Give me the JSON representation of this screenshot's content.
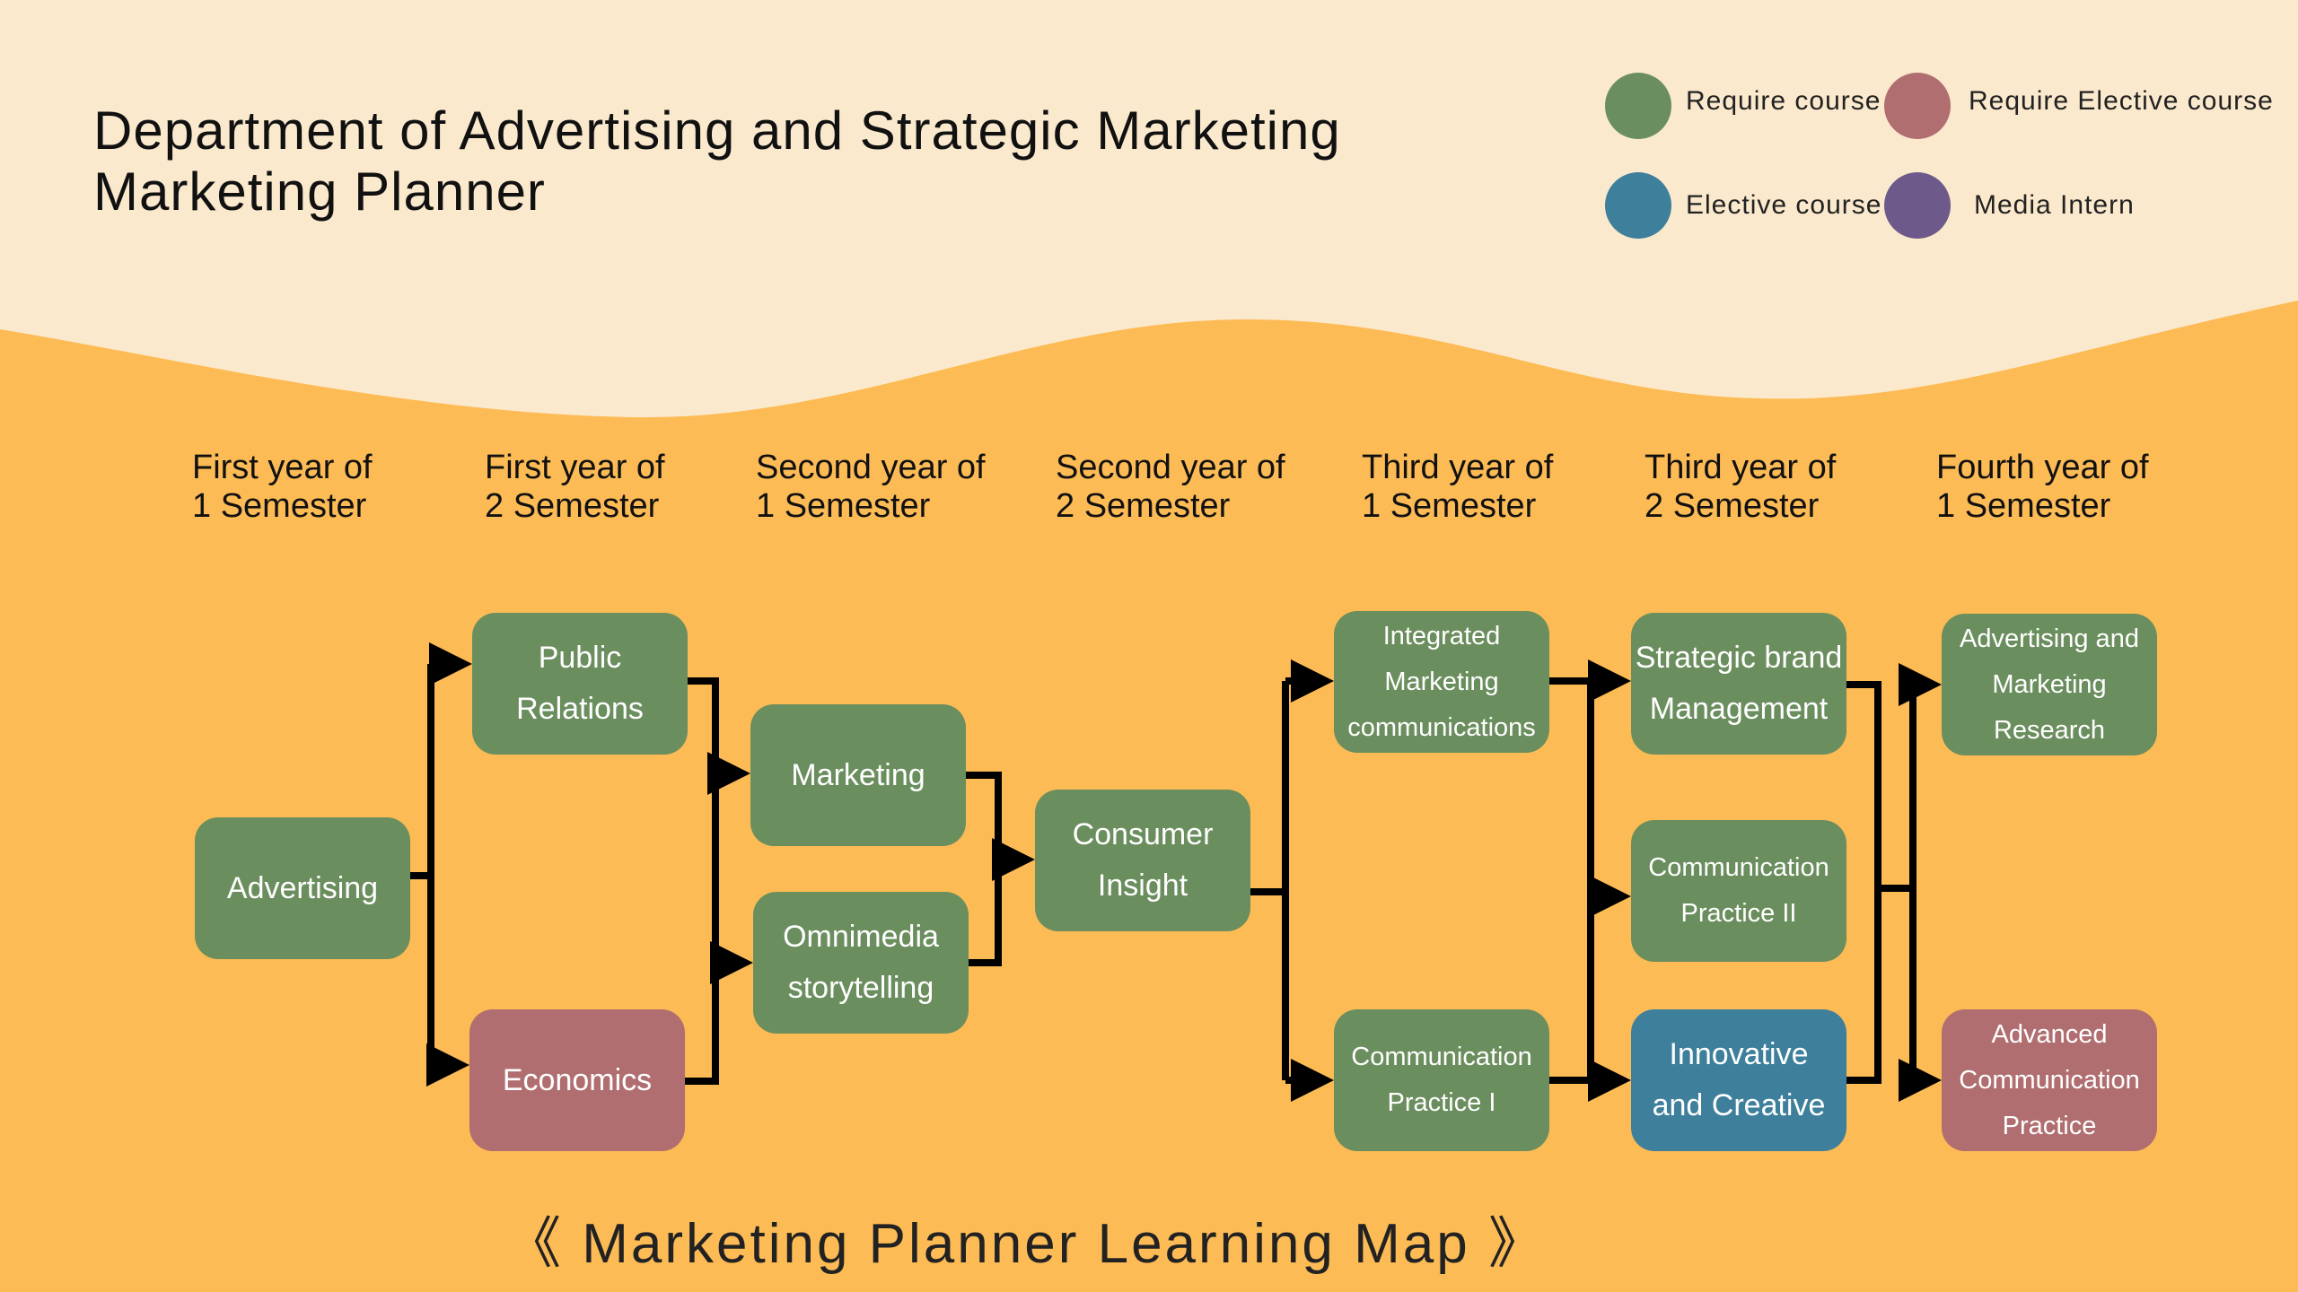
{
  "header": {
    "title_line1": "Department of Advertising and Strategic Marketing",
    "title_line2": "Marketing Planner"
  },
  "legend": [
    {
      "label": "Require course",
      "color": "#6b8e5e"
    },
    {
      "label": "Require Elective course",
      "color": "#b06e70"
    },
    {
      "label": "Elective course",
      "color": "#3e7f9b"
    },
    {
      "label": "Media Intern",
      "color": "#6e5a8a"
    }
  ],
  "semesters": [
    {
      "line1": "First year of",
      "line2": "1 Semester"
    },
    {
      "line1": "First year of",
      "line2": "2 Semester"
    },
    {
      "line1": "Second year of",
      "line2": "1 Semester"
    },
    {
      "line1": "Second year of",
      "line2": "2 Semester"
    },
    {
      "line1": "Third year of",
      "line2": "1 Semester"
    },
    {
      "line1": "Third year of",
      "line2": "2 Semester"
    },
    {
      "line1": "Fourth year of",
      "line2": "1 Semester"
    }
  ],
  "courses": {
    "advertising": {
      "lines": [
        "Advertising"
      ],
      "type": "Require course"
    },
    "public_relations": {
      "lines": [
        "Public",
        "Relations"
      ],
      "type": "Require course"
    },
    "economics": {
      "lines": [
        "Economics"
      ],
      "type": "Require Elective course"
    },
    "marketing": {
      "lines": [
        "Marketing"
      ],
      "type": "Require course"
    },
    "omnimedia": {
      "lines": [
        "Omnimedia",
        "storytelling"
      ],
      "type": "Require course"
    },
    "consumer_insight": {
      "lines": [
        "Consumer",
        "Insight"
      ],
      "type": "Require course"
    },
    "imc": {
      "lines": [
        "Integrated",
        "Marketing",
        "communications"
      ],
      "type": "Require course"
    },
    "comm_practice_1": {
      "lines": [
        "Communication",
        "Practice I"
      ],
      "type": "Require course"
    },
    "strategic_brand": {
      "lines": [
        "Strategic brand",
        "Management"
      ],
      "type": "Require course"
    },
    "comm_practice_2": {
      "lines": [
        "Communication",
        "Practice II"
      ],
      "type": "Require course"
    },
    "innovative": {
      "lines": [
        "Innovative",
        "and Creative"
      ],
      "type": "Elective course"
    },
    "adv_mkt_research": {
      "lines": [
        "Advertising and",
        "Marketing",
        "Research"
      ],
      "type": "Require course"
    },
    "advanced_comm": {
      "lines": [
        "Advanced",
        "Communication",
        "Practice"
      ],
      "type": "Require Elective course"
    }
  },
  "footer": {
    "title": "《 Marketing Planner Learning Map 》"
  }
}
